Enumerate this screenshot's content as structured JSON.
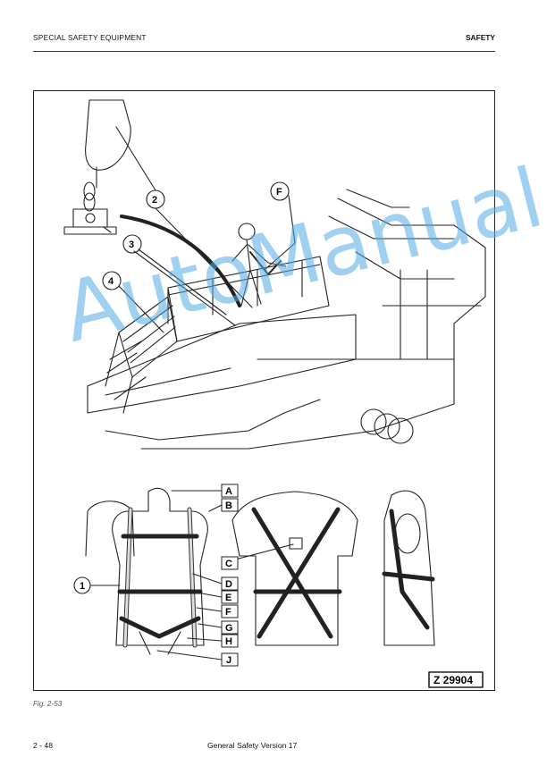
{
  "header": {
    "section": "SPECIAL SAFETY EQUIPMENT",
    "chapter": "SAFETY"
  },
  "figure": {
    "callouts_upper": [
      "F",
      "2",
      "3",
      "4"
    ],
    "callouts_lower": [
      "A",
      "B",
      "C",
      "D",
      "E",
      "F",
      "G",
      "H",
      "J"
    ],
    "callout_lower_number": "1",
    "reference": "Z 29904",
    "caption": "Fig. 2-53"
  },
  "watermark": "AutoManual",
  "footer": {
    "page": "2 - 48",
    "title": "General Safety Version 17"
  }
}
